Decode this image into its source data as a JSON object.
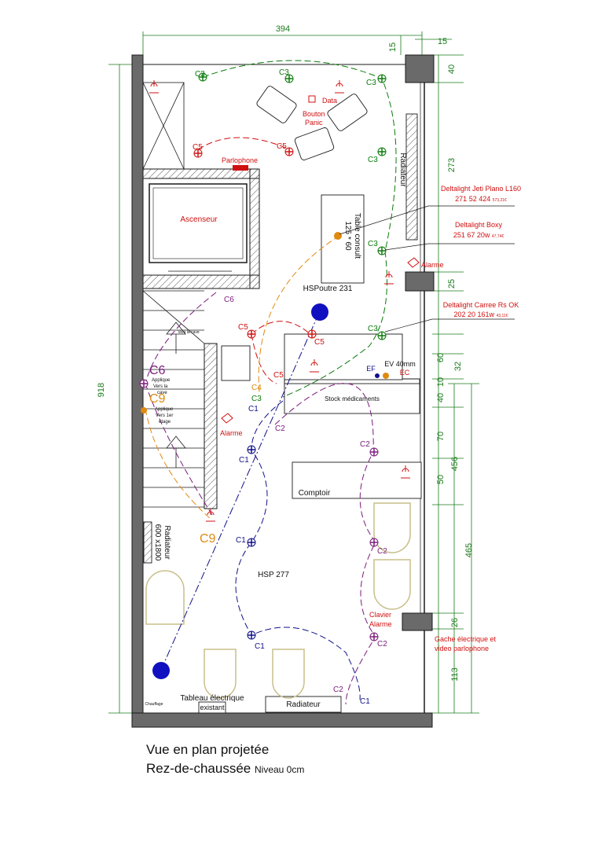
{
  "colors": {
    "wall": "#1a1a1a",
    "wall_fill": "#6a6a6a",
    "dim": "#1a7a1a",
    "red": "#d01010",
    "green": "#0a7a0a",
    "purple": "#7a1a7a",
    "blue": "#10108a",
    "orange": "#e08a10",
    "furniture": "#c8bf8a"
  },
  "dimensions": {
    "top_width": "394",
    "top_15a": "15",
    "top_15b": "15",
    "left_height": "918",
    "right": [
      "40",
      "273",
      "25",
      "60",
      "32",
      "10",
      "40",
      "70",
      "50",
      "26",
      "113"
    ],
    "right_456": "456",
    "right_465": "465"
  },
  "rooms": {
    "ascenseur": "Ascenseur",
    "table": "Table consult",
    "table_size": "125 * 60",
    "hs_poutre": "HSPoutre 231",
    "stock": "Stock médicaments",
    "comptoir": "Comptoir",
    "hsp": "HSP 277",
    "radiateur_right": "Radiateur",
    "radiateur_left": "Radiateur",
    "radiateur_left_size": "600 x1800",
    "radiateur_bottom": "Radiateur",
    "tableau": "Tableau électrique",
    "tableau2": "existant",
    "chauffage": "Chauffage",
    "vers_cave": "Vers la cave",
    "ev": "EV 40mm",
    "ef": "EF",
    "ec": "EC"
  },
  "red_labels": {
    "data": "Data",
    "bouton": "Bouton",
    "panic": "Panic",
    "parlophone": "Parlophone",
    "alarme1": "Alarme",
    "alarme2": "Alarme",
    "clavier": "Clavier",
    "clavier2": "Alarme",
    "gache1": "Gache électrique et",
    "gache2": "video parlophone"
  },
  "deltalight": {
    "jeti_name": "Deltalight Jeti Plano L160",
    "jeti_ref": "271 52 424",
    "jeti_price": "573,21€",
    "boxy_name": "Deltalight Boxy",
    "boxy_ref": "251 67 20w",
    "boxy_price": "47,74€",
    "carree_name": "Deltalight Carree Rs OK",
    "carree_ref": "202 20 161w",
    "carree_price": "43,11€"
  },
  "circuits": {
    "C1": "C1",
    "C2": "C2",
    "C3": "C3",
    "C4": "C4",
    "C5": "C5",
    "C6": "C6",
    "C9": "C9",
    "applique_cave1": "Applique",
    "applique_cave2": "Vers la",
    "applique_cave3": "cave",
    "applique_1er1": "Applique",
    "applique_1er2": "Vers 1er",
    "applique_1er3": "étage"
  },
  "caption": {
    "line1": "Vue en plan projetée",
    "line2": "Rez-de-chaussée",
    "level": "Niveau 0cm"
  }
}
